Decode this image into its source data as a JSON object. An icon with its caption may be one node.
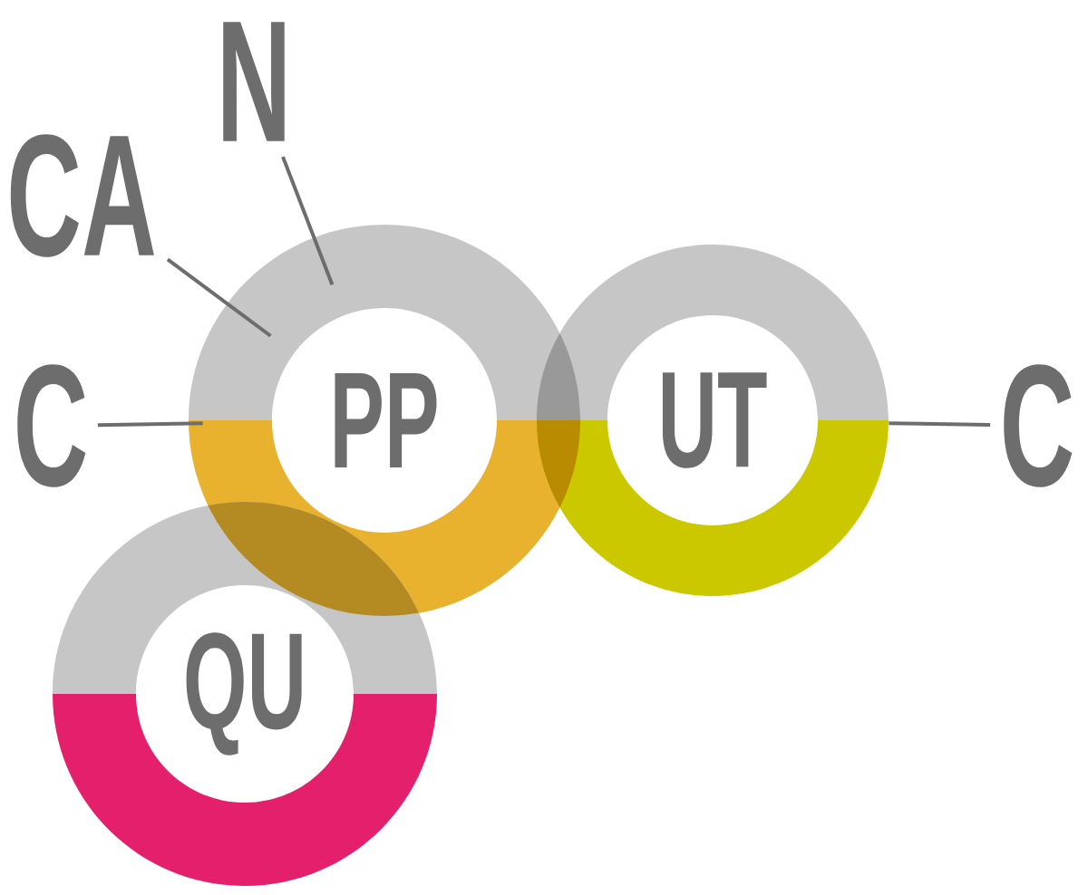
{
  "diagram": {
    "nodes": [
      {
        "text": [
          "N"
        ]
      },
      {
        "text": [
          "CA"
        ]
      },
      {
        "text": [
          "C"
        ]
      },
      {
        "text": [
          "PP"
        ]
      },
      {
        "text": [
          "UT"
        ]
      },
      {
        "text": [
          "C"
        ]
      },
      {
        "text": [
          "QU"
        ]
      }
    ],
    "edges": [
      {
        "from": 0,
        "to": 3,
        "arrow": "none"
      },
      {
        "from": 1,
        "to": 3,
        "arrow": "none"
      },
      {
        "from": 2,
        "to": 3,
        "arrow": "none"
      },
      {
        "from": 5,
        "to": 4,
        "arrow": "none"
      }
    ]
  }
}
